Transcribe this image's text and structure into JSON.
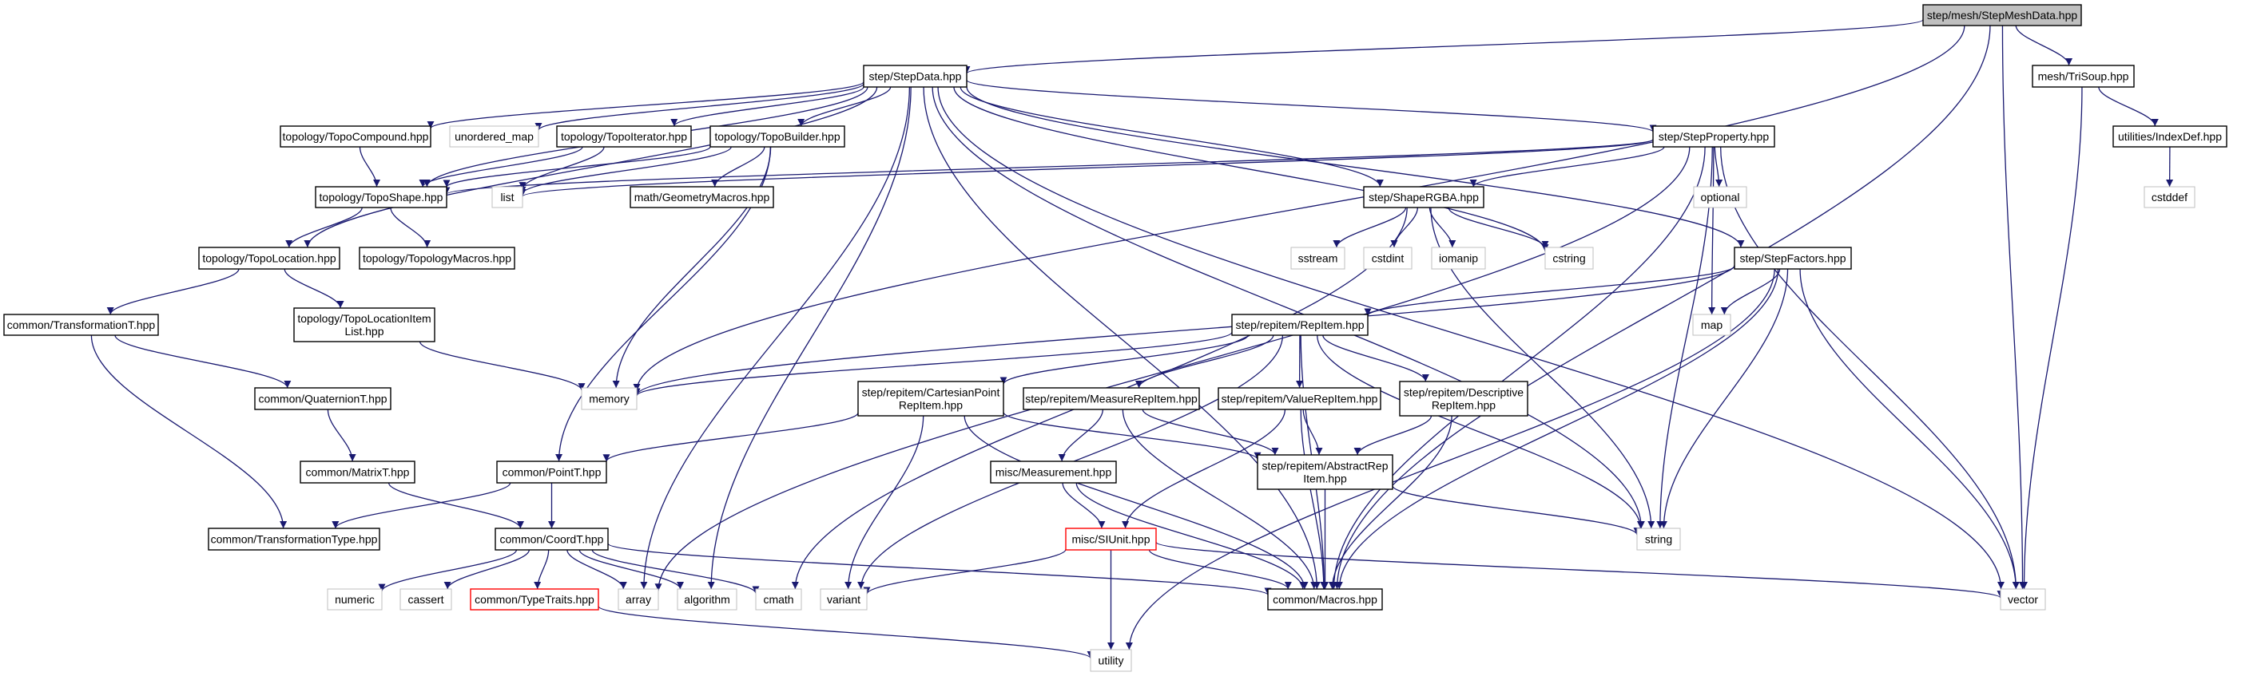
{
  "graph": {
    "type": "include-dependency-graph",
    "colors": {
      "edge": "#191970",
      "root_fill": "#bfbfbf",
      "documented_border": "#000000",
      "system_border": "#bfbfbf",
      "missing_border": "#ff0000"
    },
    "nodes": [
      {
        "id": "root",
        "label": [
          "step/mesh/StepMeshData.hpp"
        ],
        "kind": "root"
      },
      {
        "id": "stepdata",
        "label": [
          "step/StepData.hpp"
        ],
        "kind": "documented"
      },
      {
        "id": "trisoup",
        "label": [
          "mesh/TriSoup.hpp"
        ],
        "kind": "documented"
      },
      {
        "id": "indexdef",
        "label": [
          "utilities/IndexDef.hpp"
        ],
        "kind": "documented"
      },
      {
        "id": "cstddef",
        "label": [
          "cstddef"
        ],
        "kind": "system"
      },
      {
        "id": "topocompound",
        "label": [
          "topology/TopoCompound.hpp"
        ],
        "kind": "documented"
      },
      {
        "id": "unordered_map",
        "label": [
          "unordered_map"
        ],
        "kind": "system"
      },
      {
        "id": "topoiterator",
        "label": [
          "topology/TopoIterator.hpp"
        ],
        "kind": "documented"
      },
      {
        "id": "topobuilder",
        "label": [
          "topology/TopoBuilder.hpp"
        ],
        "kind": "documented"
      },
      {
        "id": "stepproperty",
        "label": [
          "step/StepProperty.hpp"
        ],
        "kind": "documented"
      },
      {
        "id": "toposhape",
        "label": [
          "topology/TopoShape.hpp"
        ],
        "kind": "documented"
      },
      {
        "id": "list",
        "label": [
          "list"
        ],
        "kind": "system"
      },
      {
        "id": "geommacros",
        "label": [
          "math/GeometryMacros.hpp"
        ],
        "kind": "documented"
      },
      {
        "id": "shapergba",
        "label": [
          "step/ShapeRGBA.hpp"
        ],
        "kind": "documented"
      },
      {
        "id": "optional",
        "label": [
          "optional"
        ],
        "kind": "system"
      },
      {
        "id": "topolocation",
        "label": [
          "topology/TopoLocation.hpp"
        ],
        "kind": "documented"
      },
      {
        "id": "topologymacros",
        "label": [
          "topology/TopologyMacros.hpp"
        ],
        "kind": "documented"
      },
      {
        "id": "sstream",
        "label": [
          "sstream"
        ],
        "kind": "system"
      },
      {
        "id": "cstdint",
        "label": [
          "cstdint"
        ],
        "kind": "system"
      },
      {
        "id": "iomanip",
        "label": [
          "iomanip"
        ],
        "kind": "system"
      },
      {
        "id": "cstring",
        "label": [
          "cstring"
        ],
        "kind": "system"
      },
      {
        "id": "stepfactors",
        "label": [
          "step/StepFactors.hpp"
        ],
        "kind": "documented"
      },
      {
        "id": "transformationt",
        "label": [
          "common/TransformationT.hpp"
        ],
        "kind": "documented"
      },
      {
        "id": "topolocitemlist",
        "label": [
          "topology/TopoLocationItem",
          "List.hpp"
        ],
        "kind": "documented"
      },
      {
        "id": "repitem",
        "label": [
          "step/repitem/RepItem.hpp"
        ],
        "kind": "documented"
      },
      {
        "id": "map",
        "label": [
          "map"
        ],
        "kind": "system"
      },
      {
        "id": "quaterniont",
        "label": [
          "common/QuaternionT.hpp"
        ],
        "kind": "documented"
      },
      {
        "id": "memory",
        "label": [
          "memory"
        ],
        "kind": "system"
      },
      {
        "id": "cartesian",
        "label": [
          "step/repitem/CartesianPoint",
          "RepItem.hpp"
        ],
        "kind": "documented"
      },
      {
        "id": "measurerep",
        "label": [
          "step/repitem/MeasureRepItem.hpp"
        ],
        "kind": "documented"
      },
      {
        "id": "valuerep",
        "label": [
          "step/repitem/ValueRepItem.hpp"
        ],
        "kind": "documented"
      },
      {
        "id": "descriptive",
        "label": [
          "step/repitem/Descriptive",
          "RepItem.hpp"
        ],
        "kind": "documented"
      },
      {
        "id": "matrixt",
        "label": [
          "common/MatrixT.hpp"
        ],
        "kind": "documented"
      },
      {
        "id": "pointt",
        "label": [
          "common/PointT.hpp"
        ],
        "kind": "documented"
      },
      {
        "id": "measurement",
        "label": [
          "misc/Measurement.hpp"
        ],
        "kind": "documented"
      },
      {
        "id": "abstractrep",
        "label": [
          "step/repitem/AbstractRep",
          "Item.hpp"
        ],
        "kind": "documented"
      },
      {
        "id": "transformationtype",
        "label": [
          "common/TransformationType.hpp"
        ],
        "kind": "documented"
      },
      {
        "id": "coordt",
        "label": [
          "common/CoordT.hpp"
        ],
        "kind": "documented"
      },
      {
        "id": "siunit",
        "label": [
          "misc/SIUnit.hpp"
        ],
        "kind": "missing"
      },
      {
        "id": "string",
        "label": [
          "string"
        ],
        "kind": "system"
      },
      {
        "id": "numeric",
        "label": [
          "numeric"
        ],
        "kind": "system"
      },
      {
        "id": "cassert",
        "label": [
          "cassert"
        ],
        "kind": "system"
      },
      {
        "id": "typetraits",
        "label": [
          "common/TypeTraits.hpp"
        ],
        "kind": "missing"
      },
      {
        "id": "array",
        "label": [
          "array"
        ],
        "kind": "system"
      },
      {
        "id": "algorithm",
        "label": [
          "algorithm"
        ],
        "kind": "system"
      },
      {
        "id": "cmath",
        "label": [
          "cmath"
        ],
        "kind": "system"
      },
      {
        "id": "variant",
        "label": [
          "variant"
        ],
        "kind": "system"
      },
      {
        "id": "macros",
        "label": [
          "common/Macros.hpp"
        ],
        "kind": "documented"
      },
      {
        "id": "vector",
        "label": [
          "vector"
        ],
        "kind": "system"
      },
      {
        "id": "utility",
        "label": [
          "utility"
        ],
        "kind": "system"
      }
    ],
    "edges": [
      [
        "root",
        "stepdata"
      ],
      [
        "root",
        "trisoup"
      ],
      [
        "root",
        "memory"
      ],
      [
        "root",
        "macros"
      ],
      [
        "root",
        "vector"
      ],
      [
        "trisoup",
        "indexdef"
      ],
      [
        "trisoup",
        "vector"
      ],
      [
        "indexdef",
        "cstddef"
      ],
      [
        "stepdata",
        "topocompound"
      ],
      [
        "stepdata",
        "unordered_map"
      ],
      [
        "stepdata",
        "topoiterator"
      ],
      [
        "stepdata",
        "topobuilder"
      ],
      [
        "stepdata",
        "toposhape"
      ],
      [
        "stepdata",
        "topolocation"
      ],
      [
        "stepdata",
        "shapergba"
      ],
      [
        "stepdata",
        "stepproperty"
      ],
      [
        "stepdata",
        "stepfactors"
      ],
      [
        "stepdata",
        "string"
      ],
      [
        "stepdata",
        "cstring"
      ],
      [
        "stepdata",
        "vector"
      ],
      [
        "stepdata",
        "algorithm"
      ],
      [
        "stepdata",
        "macros"
      ],
      [
        "stepdata",
        "array"
      ],
      [
        "topocompound",
        "toposhape"
      ],
      [
        "topoiterator",
        "toposhape"
      ],
      [
        "topoiterator",
        "list"
      ],
      [
        "topobuilder",
        "toposhape"
      ],
      [
        "topobuilder",
        "list"
      ],
      [
        "topobuilder",
        "memory"
      ],
      [
        "topobuilder",
        "pointt"
      ],
      [
        "topobuilder",
        "geommacros"
      ],
      [
        "stepproperty",
        "toposhape"
      ],
      [
        "stepproperty",
        "list"
      ],
      [
        "stepproperty",
        "shapergba"
      ],
      [
        "stepproperty",
        "optional"
      ],
      [
        "stepproperty",
        "map"
      ],
      [
        "stepproperty",
        "string"
      ],
      [
        "stepproperty",
        "vector"
      ],
      [
        "stepproperty",
        "macros"
      ],
      [
        "stepproperty",
        "array"
      ],
      [
        "toposhape",
        "topolocation"
      ],
      [
        "toposhape",
        "topologymacros"
      ],
      [
        "topolocation",
        "transformationt"
      ],
      [
        "topolocation",
        "topolocitemlist"
      ],
      [
        "topolocitemlist",
        "memory"
      ],
      [
        "transformationt",
        "quaterniont"
      ],
      [
        "transformationt",
        "transformationtype"
      ],
      [
        "quaterniont",
        "matrixt"
      ],
      [
        "matrixt",
        "coordt"
      ],
      [
        "pointt",
        "coordt"
      ],
      [
        "pointt",
        "transformationtype"
      ],
      [
        "coordt",
        "numeric"
      ],
      [
        "coordt",
        "cassert"
      ],
      [
        "coordt",
        "typetraits"
      ],
      [
        "coordt",
        "array"
      ],
      [
        "coordt",
        "algorithm"
      ],
      [
        "coordt",
        "cmath"
      ],
      [
        "coordt",
        "macros"
      ],
      [
        "typetraits",
        "utility"
      ],
      [
        "shapergba",
        "sstream"
      ],
      [
        "shapergba",
        "cstdint"
      ],
      [
        "shapergba",
        "iomanip"
      ],
      [
        "shapergba",
        "cstring"
      ],
      [
        "shapergba",
        "string"
      ],
      [
        "shapergba",
        "cmath"
      ],
      [
        "stepfactors",
        "repitem"
      ],
      [
        "stepfactors",
        "memory"
      ],
      [
        "stepfactors",
        "map"
      ],
      [
        "stepfactors",
        "string"
      ],
      [
        "stepfactors",
        "macros"
      ],
      [
        "stepfactors",
        "vector"
      ],
      [
        "stepfactors",
        "utility"
      ],
      [
        "repitem",
        "memory"
      ],
      [
        "repitem",
        "cartesian"
      ],
      [
        "repitem",
        "measurerep"
      ],
      [
        "repitem",
        "valuerep"
      ],
      [
        "repitem",
        "descriptive"
      ],
      [
        "repitem",
        "string"
      ],
      [
        "repitem",
        "macros"
      ],
      [
        "repitem",
        "variant"
      ],
      [
        "cartesian",
        "pointt"
      ],
      [
        "cartesian",
        "variant"
      ],
      [
        "cartesian",
        "abstractrep"
      ],
      [
        "cartesian",
        "macros"
      ],
      [
        "measurerep",
        "measurement"
      ],
      [
        "measurerep",
        "abstractrep"
      ],
      [
        "measurerep",
        "macros"
      ],
      [
        "valuerep",
        "siunit"
      ],
      [
        "valuerep",
        "abstractrep"
      ],
      [
        "valuerep",
        "macros"
      ],
      [
        "descriptive",
        "abstractrep"
      ],
      [
        "descriptive",
        "macros"
      ],
      [
        "measurement",
        "siunit"
      ],
      [
        "measurement",
        "macros"
      ],
      [
        "abstractrep",
        "macros"
      ],
      [
        "abstractrep",
        "string"
      ],
      [
        "siunit",
        "variant"
      ],
      [
        "siunit",
        "macros"
      ],
      [
        "siunit",
        "utility"
      ],
      [
        "siunit",
        "vector"
      ]
    ]
  }
}
